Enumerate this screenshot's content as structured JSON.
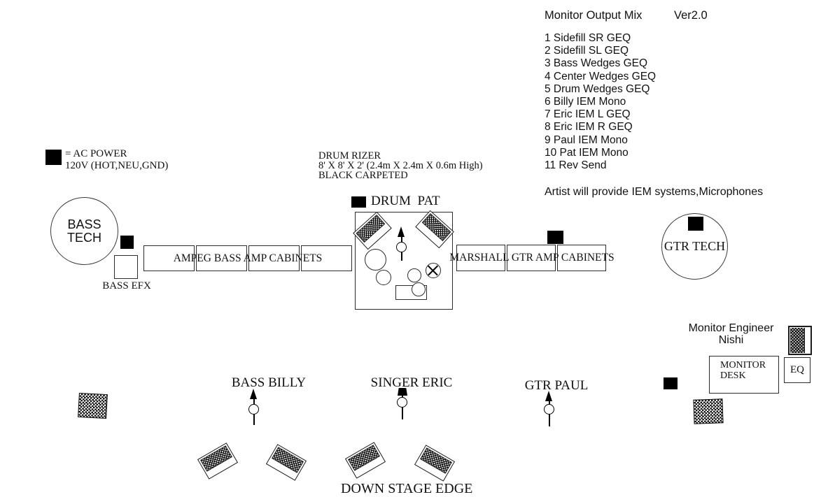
{
  "colors": {
    "ink": "#111111",
    "paper": "#ffffff"
  },
  "monitor_mix": {
    "title": "Monitor Output Mix",
    "version": "Ver2.0",
    "outputs": [
      "1 Sidefill SR GEQ",
      "2 Sidefill SL GEQ",
      "3 Bass Wedges GEQ",
      "4 Center Wedges GEQ",
      "5 Drum Wedges GEQ",
      "6 Billy IEM Mono",
      "7 Eric IEM L GEQ",
      "8 Eric IEM R GEQ",
      "9 Paul IEM Mono",
      "10 Pat IEM Mono",
      "11 Rev Send"
    ],
    "note": "Artist will provide IEM systems,Microphones"
  },
  "legend": {
    "ac_power": {
      "line1": "= AC POWER",
      "line2": "120V (HOT,NEU,GND)"
    }
  },
  "stage": {
    "bass_tech_label": "BASS TECH",
    "bass_efx_label": "BASS EFX",
    "ampeg_label": "AMPEG BASS AMP CABINETS",
    "marshall_label": "MARSHALL GTR AMP CABINETS",
    "gtr_tech_label": "GTR TECH",
    "drum_riser_note": {
      "line1": "DRUM RIZER",
      "line2": "8' X 8' X 2' (2.4m X 2.4m X 0.6m High)",
      "line3": "BLACK CARPETED"
    },
    "drum_pat_label": "DRUM  PAT",
    "bass_billy_label": "BASS BILLY",
    "singer_eric_label": "SINGER ERIC",
    "gtr_paul_label": "GTR PAUL",
    "down_stage_edge_label": "DOWN STAGE EDGE"
  },
  "monitor_world": {
    "engineer_line1": "Monitor Engineer",
    "engineer_line2": "Nishi",
    "desk_label": "MONITOR DESK",
    "eq_label": "EQ"
  }
}
